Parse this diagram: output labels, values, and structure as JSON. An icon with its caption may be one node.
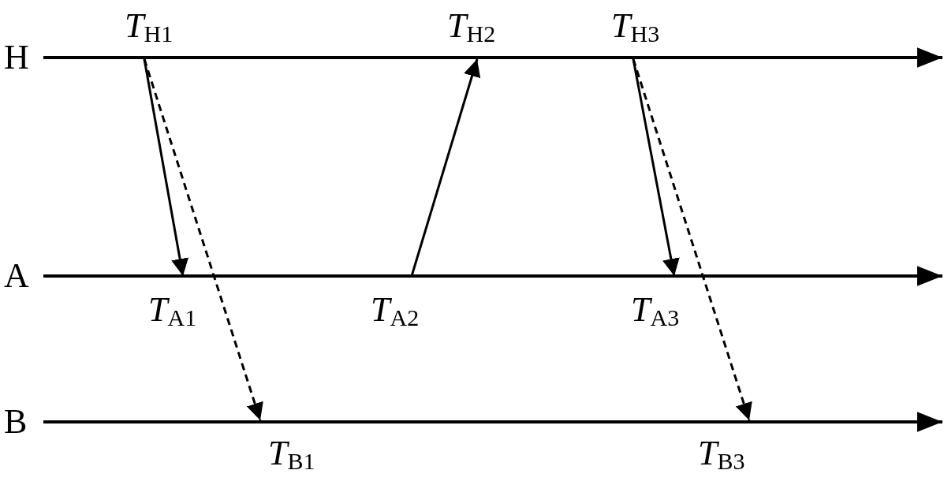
{
  "diagram": {
    "nodes": [
      {
        "text": [
          "*T*$_{H1}$"
        ]
      },
      {
        "text": [
          "*T*$_{H2}$"
        ]
      },
      {
        "text": [
          "*T*$_{H3}$"
        ]
      },
      {
        "text": [
          "*T*$_{A1}$"
        ]
      },
      {
        "text": [
          "*T*$_{A2}$"
        ]
      },
      {
        "text": [
          "*T*$_{A3}$"
        ]
      },
      {
        "text": [
          "*T*$_{B1}$"
        ]
      },
      {
        "text": [
          "*T*$_{B3}$"
        ]
      }
    ],
    "edges": [
      {
        "from": 0,
        "to": 3,
        "arrow": "to"
      },
      {
        "from": 0,
        "to": 6,
        "arrow": "to",
        "style": "dashed"
      },
      {
        "from": 4,
        "to": 1,
        "arrow": "to"
      },
      {
        "from": 2,
        "to": 5,
        "arrow": "to"
      },
      {
        "from": 2,
        "to": 7,
        "arrow": "to",
        "style": "dashed"
      }
    ],
    "labels": [
      "H",
      "A",
      "B"
    ]
  }
}
